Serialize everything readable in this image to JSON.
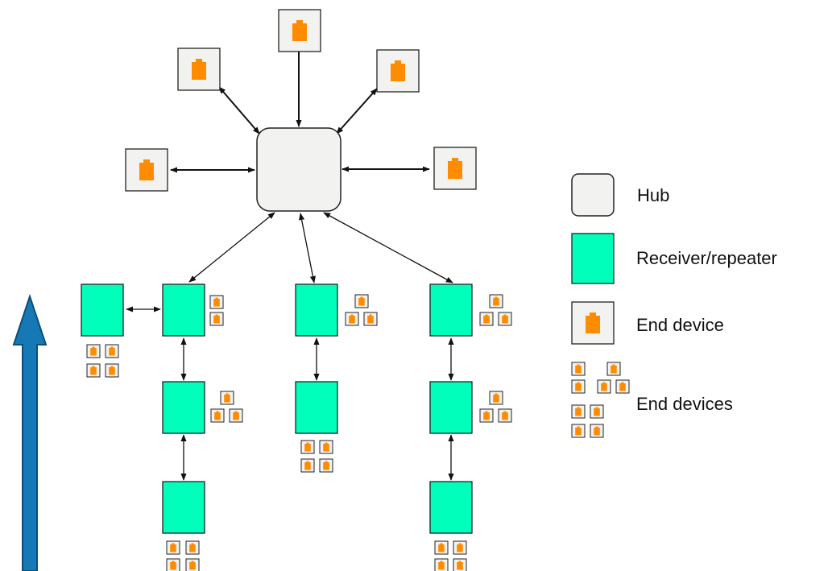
{
  "legend": {
    "hub": "Hub",
    "receiver": "Receiver/repeater",
    "end_device": "End device",
    "end_devices": "End devices"
  },
  "colors": {
    "hub_fill": "#f2f2f0",
    "receiver_fill": "#00ffbb",
    "device_fill": "#ff8c00",
    "device_frame": "#f2f2f0",
    "arrow": "#111111",
    "big_arrow": "#1479b5"
  },
  "icons": {
    "end_device": "battery-icon",
    "hub": "hub-square-icon",
    "receiver": "receiver-square-icon",
    "direction": "up-arrow-icon"
  }
}
